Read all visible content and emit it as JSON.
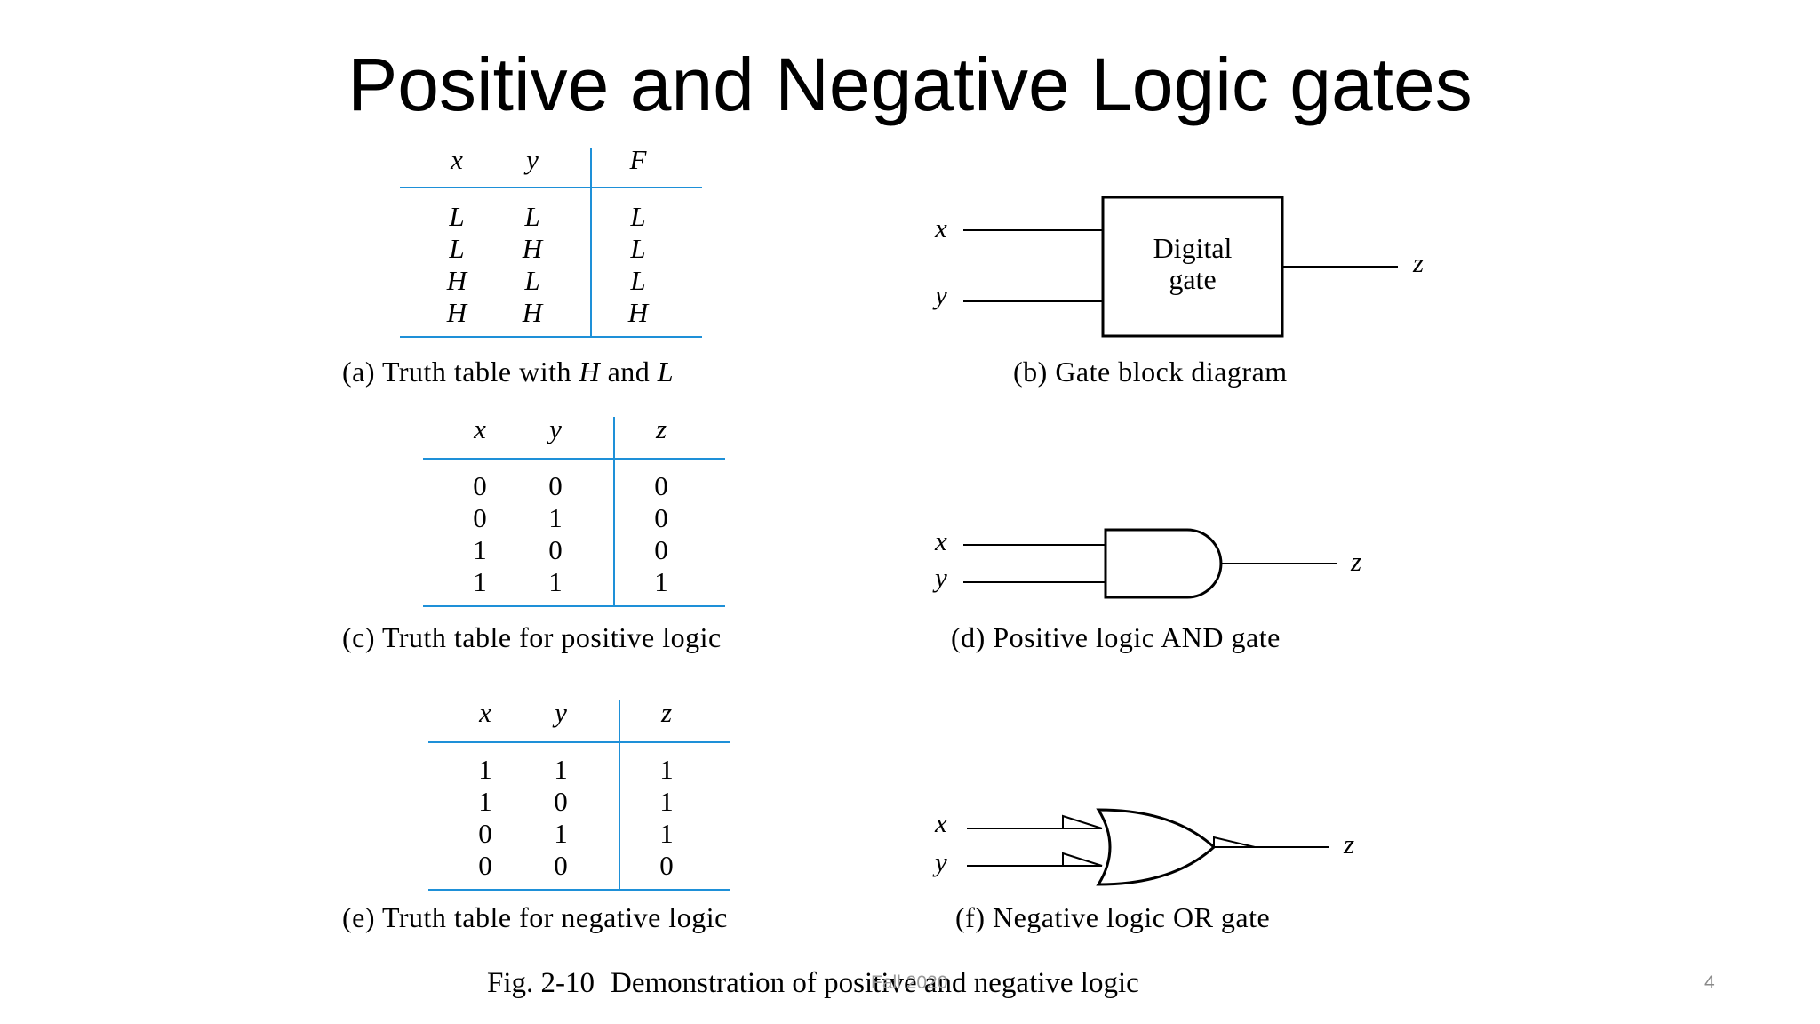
{
  "slide": {
    "title": "Positive and Negative Logic gates",
    "footer_figure_label": "Fig. 2-10",
    "footer_figure_text": "Demonstration of positive and negative logic",
    "footer_center": "Fall 2020",
    "page_number": "4"
  },
  "table_a": {
    "headers": [
      "x",
      "y",
      "F"
    ],
    "rows": [
      [
        "L",
        "L",
        "L"
      ],
      [
        "L",
        "H",
        "L"
      ],
      [
        "H",
        "L",
        "L"
      ],
      [
        "H",
        "H",
        "H"
      ]
    ],
    "caption_prefix": "(a) Truth table with ",
    "caption_h": "H",
    "caption_and": " and ",
    "caption_l": "L"
  },
  "table_c": {
    "headers": [
      "x",
      "y",
      "z"
    ],
    "rows": [
      [
        "0",
        "0",
        "0"
      ],
      [
        "0",
        "1",
        "0"
      ],
      [
        "1",
        "0",
        "0"
      ],
      [
        "1",
        "1",
        "1"
      ]
    ],
    "caption": "(c) Truth table for positive logic"
  },
  "table_e": {
    "headers": [
      "x",
      "y",
      "z"
    ],
    "rows": [
      [
        "1",
        "1",
        "1"
      ],
      [
        "1",
        "0",
        "1"
      ],
      [
        "0",
        "1",
        "1"
      ],
      [
        "0",
        "0",
        "0"
      ]
    ],
    "caption": "(e) Truth table for negative logic"
  },
  "diagram_b": {
    "input_x": "x",
    "input_y": "y",
    "output": "z",
    "box_line1": "Digital",
    "box_line2": "gate",
    "caption": "(b) Gate block diagram"
  },
  "diagram_d": {
    "input_x": "x",
    "input_y": "y",
    "output": "z",
    "caption": "(d) Positive logic AND gate"
  },
  "diagram_f": {
    "input_x": "x",
    "input_y": "y",
    "output": "z",
    "caption": "(f) Negative logic OR gate"
  },
  "colors": {
    "table_rule": "#1e90d8",
    "line": "#000000"
  }
}
